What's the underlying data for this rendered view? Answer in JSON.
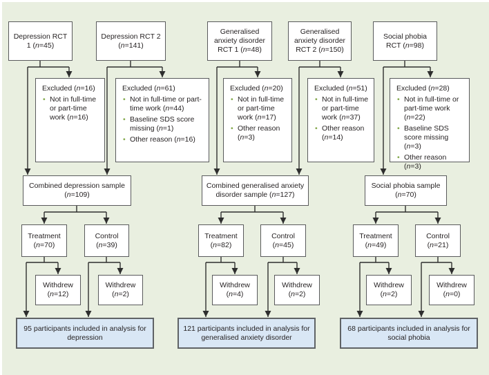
{
  "palette": {
    "bg": "#e9efe0",
    "border": "#58595b",
    "line": "#2e2e2e",
    "bullet": "#84a94d",
    "final-fill": "#d9e7f5",
    "final-border": "#5f6265",
    "text": "#231f20"
  },
  "groups": [
    {
      "name": "depression",
      "trials": [
        {
          "label": "Depression RCT 1 (n=45)"
        },
        {
          "label": "Depression RCT 2 (n=141)"
        }
      ],
      "exclusions": [
        {
          "title": "Excluded (n=16)",
          "reasons": [
            "Not in full-time or part-time work (n=16)"
          ]
        },
        {
          "title": "Excluded (n=61)",
          "reasons": [
            "Not in full-time or part-time work (n=44)",
            "Baseline SDS score missing (n=1)",
            "Other reason (n=16)"
          ]
        }
      ],
      "combined": "Combined depression sample (n=109)",
      "arms": [
        {
          "label": "Treatment (n=70)",
          "withdrew": "Withdrew (n=12)"
        },
        {
          "label": "Control (n=39)",
          "withdrew": "Withdrew (n=2)"
        }
      ],
      "final": "95 participants included in analysis for depression"
    },
    {
      "name": "generalised-anxiety-disorder",
      "trials": [
        {
          "label": "Generalised anxiety disorder RCT 1 (n=48)"
        },
        {
          "label": "Generalised anxiety disorder RCT 2 (n=150)"
        }
      ],
      "exclusions": [
        {
          "title": "Excluded (n=20)",
          "reasons": [
            "Not in full-time or part-time work (n=17)",
            "Other reason (n=3)"
          ]
        },
        {
          "title": "Excluded (n=51)",
          "reasons": [
            "Not in full-time or part-time work (n=37)",
            "Other reason (n=14)"
          ]
        }
      ],
      "combined": "Combined generalised anxiety disorder sample (n=127)",
      "arms": [
        {
          "label": "Treatment (n=82)",
          "withdrew": "Withdrew (n=4)"
        },
        {
          "label": "Control (n=45)",
          "withdrew": "Withdrew (n=2)"
        }
      ],
      "final": "121 participants included in analysis for generalised anxiety disorder"
    },
    {
      "name": "social-phobia",
      "trials": [
        {
          "label": "Social phobia RCT (n=98)"
        }
      ],
      "exclusions": [
        {
          "title": "Excluded (n=28)",
          "reasons": [
            "Not in full-time or part-time work (n=22)",
            "Baseline SDS score missing (n=3)",
            "Other reason (n=3)"
          ]
        }
      ],
      "combined": "Social phobia sample (n=70)",
      "arms": [
        {
          "label": "Treatment (n=49)",
          "withdrew": "Withdrew (n=2)"
        },
        {
          "label": "Control (n=21)",
          "withdrew": "Withdrew (n=0)"
        }
      ],
      "final": "68 participants included in analysis for social phobia"
    }
  ]
}
